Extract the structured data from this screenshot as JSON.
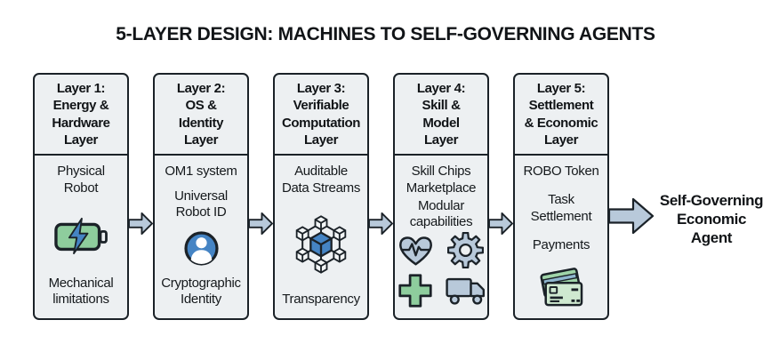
{
  "title": "5-LAYER DESIGN: MACHINES TO SELF-GOVERNING AGENTS",
  "layers": [
    {
      "header": "Layer 1:\nEnergy &\nHardware\nLayer",
      "items": [
        "Physical\nRobot",
        "Mechanical\nlimitations"
      ],
      "icon": "battery-charging"
    },
    {
      "header": "Layer 2:\nOS &\nIdentity\nLayer",
      "items": [
        "OM1 system",
        "Universal\nRobot ID",
        "Cryptographic\nIdentity"
      ],
      "icon": "identity-person"
    },
    {
      "header": "Layer 3:\nVerifiable\nComputation\nLayer",
      "items": [
        "Auditable\nData Streams",
        "Transparency"
      ],
      "icon": "blockchain-network"
    },
    {
      "header": "Layer 4:\nSkill &\nModel\nLayer",
      "items": [
        "Skill Chips\nMarketplace",
        "Modular\ncapabilities"
      ],
      "icons": [
        "heart-pulse",
        "gear",
        "medical-cross",
        "delivery-truck"
      ]
    },
    {
      "header": "Layer 5:\nSettlement\n& Economic\nLayer",
      "items": [
        "ROBO Token",
        "Task\nSettlement",
        "Payments"
      ],
      "icon": "credit-cards"
    }
  ],
  "result": {
    "label": "Self-Governing\nEconomic\nAgent"
  },
  "colors": {
    "box_bg": "#edf0f2",
    "outline": "#1b2228",
    "arrow_fill": "#b8c9da",
    "accent_blue": "#4584c4",
    "accent_green": "#8ecd9d",
    "card_green_light": "#cfe9d0",
    "card_green_dark": "#9fd4a8"
  }
}
